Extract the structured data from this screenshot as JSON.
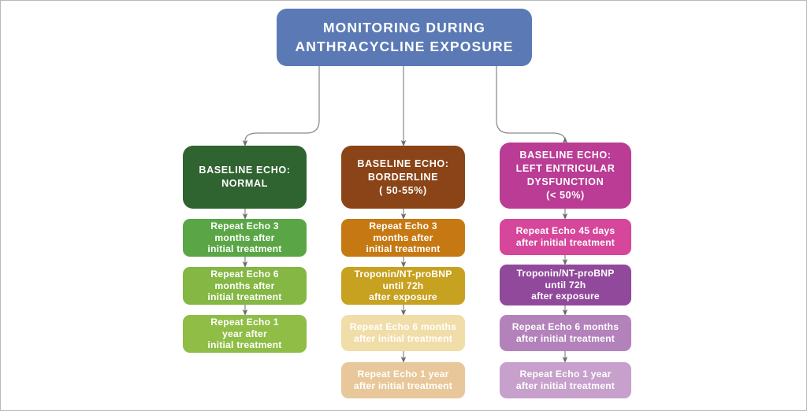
{
  "diagram": {
    "title": "MONITORING DURING\nANTHRACYCLINE EXPOSURE",
    "root_color": "#5b7ab5",
    "branches": [
      {
        "id": "green",
        "header": "BASELINE ECHO:\nNORMAL",
        "header_color": "#2f6330",
        "steps": [
          {
            "label": "Repeat Echo 3\nmonths after\ninitial treatment",
            "color": "#5aa647"
          },
          {
            "label": "Repeat Echo 6\nmonths after\ninitial treatment",
            "color": "#84b743"
          },
          {
            "label": "Repeat Echo 1\nyear after\ninitial treatment",
            "color": "#8fbd45"
          }
        ]
      },
      {
        "id": "brown",
        "header": "BASELINE ECHO:\nBORDERLINE\n( 50-55%)",
        "header_color": "#8a4417",
        "steps": [
          {
            "label": "Repeat Echo 3\nmonths after\ninitial treatment",
            "color": "#c67912"
          },
          {
            "label": "Troponin/NT-proBNP\nuntil 72h\nafter exposure",
            "color": "#c7a120"
          },
          {
            "label": "Repeat Echo 6 months\nafter initial treatment",
            "color": "#f0dda8"
          },
          {
            "label": "Repeat Echo 1 year\nafter initial treatment",
            "color": "#e8c79a"
          }
        ]
      },
      {
        "id": "purple",
        "header": "BASELINE ECHO:\nLEFT ENTRICULAR\nDYSFUNCTION\n(< 50%)",
        "header_color": "#ba3c94",
        "steps": [
          {
            "label": "Repeat Echo 45 days\nafter initial treatment",
            "color": "#d6469b"
          },
          {
            "label": "Troponin/NT-proBNP\nuntil 72h\nafter exposure",
            "color": "#91499b"
          },
          {
            "label": "Repeat Echo  6 months\nafter initial treatment",
            "color": "#b382bb"
          },
          {
            "label": "Repeat Echo 1 year\nafter initial treatment",
            "color": "#c7a0cc"
          }
        ]
      }
    ],
    "connector_color": "#808080"
  }
}
